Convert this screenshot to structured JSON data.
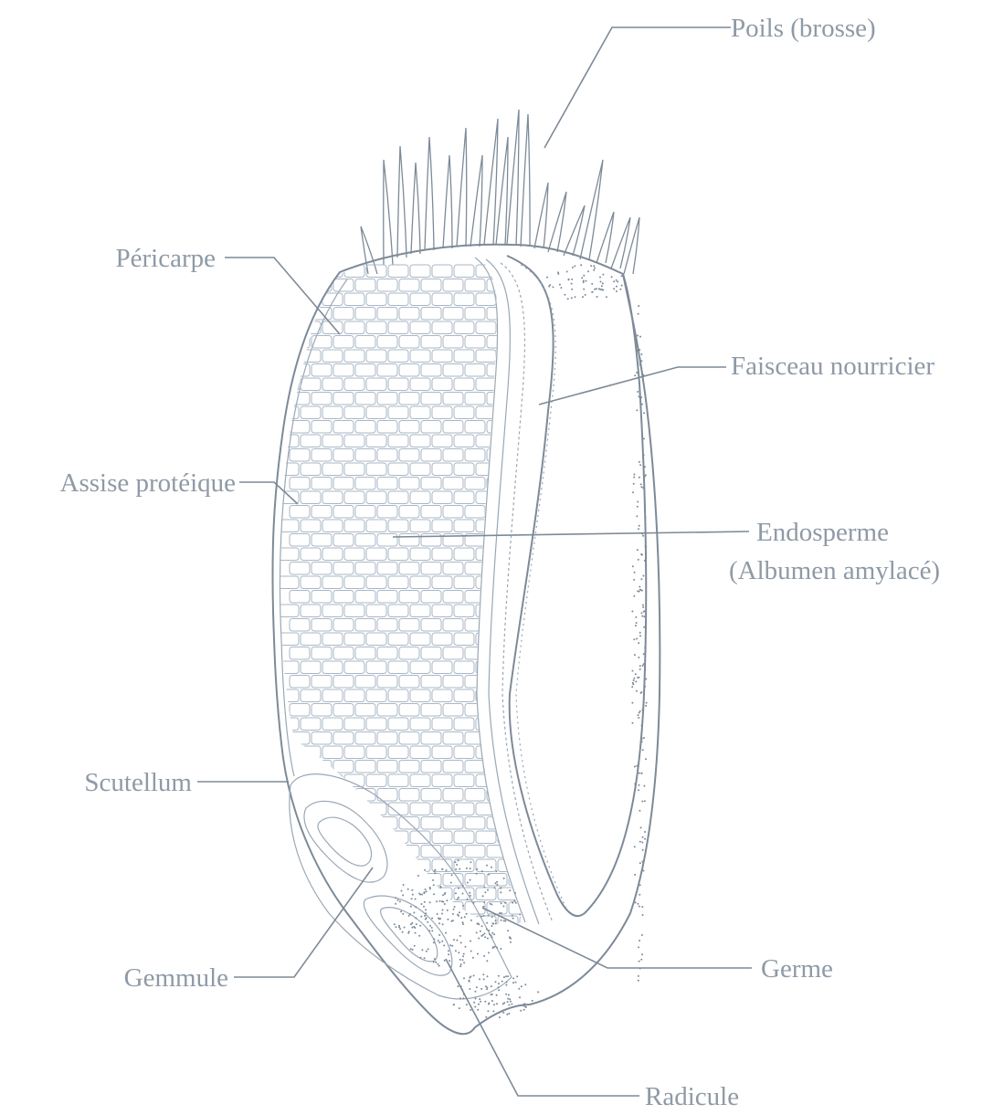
{
  "labels": {
    "poils": "Poils (brosse)",
    "pericarpe": "Péricarpe",
    "faisceau": "Faisceau nourricier",
    "assise": "Assise protéique",
    "endosperme_1": "Endosperme",
    "endosperme_2": "(Albumen amylacé)",
    "scutellum": "Scutellum",
    "gemmule": "Gemmule",
    "germe": "Germe",
    "radicule": "Radicule"
  },
  "colors": {
    "ink": "#7d8a98",
    "label": "#8f9aa6",
    "cell": "#aab7c6",
    "background": "#ffffff"
  }
}
